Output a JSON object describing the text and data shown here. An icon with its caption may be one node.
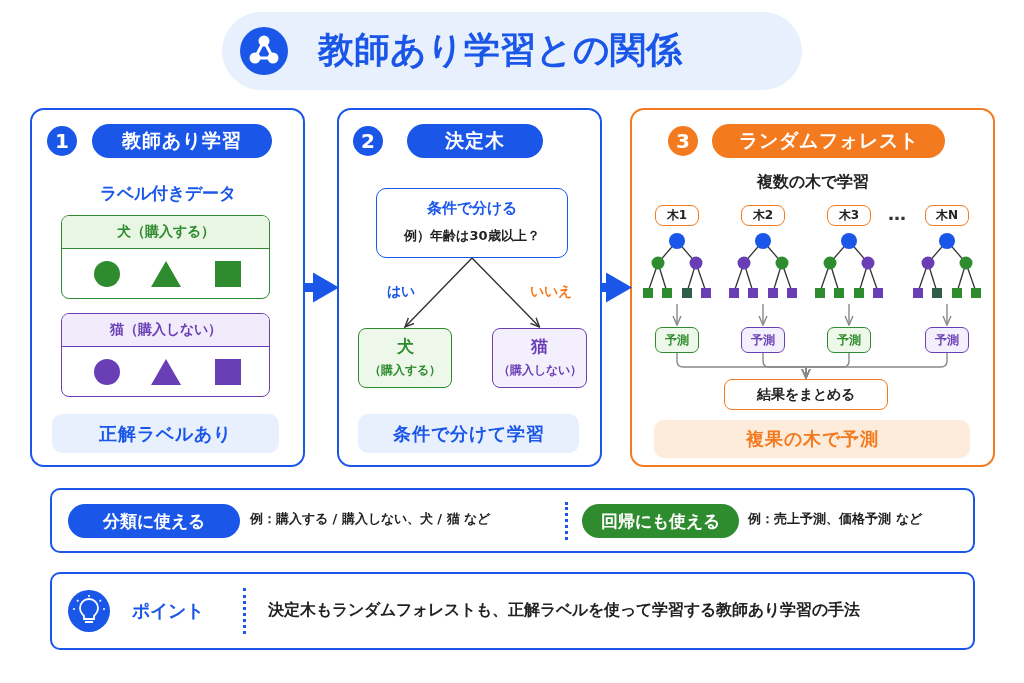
{
  "diagram": {
    "title": "教師あり学習との関係",
    "nodes": [
      {
        "text": [
          "ラベル付きデータ"
        ]
      },
      {
        "text": [
          "1"
        ],
        "in": 0
      },
      {
        "text": [
          "教師あり学習"
        ],
        "in": 0
      },
      {
        "text": [
          "犬（購入する）"
        ],
        "in": 0
      },
      {
        "text": [
          "猫（購入しない）"
        ],
        "in": 0
      },
      {
        "text": [
          "正解ラベルあり"
        ],
        "in": 0
      },
      {
        "text": [],
        "shape": "box"
      },
      {
        "text": [
          "2"
        ],
        "in": 6
      },
      {
        "text": [
          "決定木"
        ],
        "in": 6
      },
      {
        "text": [
          "条件で分ける",
          "例）年齢は30歳以上？"
        ],
        "in": 6
      },
      {
        "text": [
          "犬",
          "（購入する）"
        ],
        "in": 6
      },
      {
        "text": [
          "猫",
          "（購入しない）"
        ],
        "in": 6
      },
      {
        "text": [
          "条件で分けて学習"
        ],
        "in": 6
      },
      {
        "text": [
          "複数の木で学習"
        ]
      },
      {
        "text": [
          "3"
        ],
        "in": 13
      },
      {
        "text": [
          "ランダムフォレスト"
        ],
        "in": 13
      },
      {
        "text": [
          "木1"
        ],
        "in": 13
      },
      {
        "text": [
          "木2"
        ],
        "in": 13
      },
      {
        "text": [
          "木3"
        ],
        "in": 13
      },
      {
        "text": [
          "木N"
        ],
        "in": 13
      },
      {
        "text": [],
        "shape": "tree",
        "in": 13
      },
      {
        "text": [],
        "shape": "tree",
        "in": 13
      },
      {
        "text": [],
        "shape": "tree",
        "in": 13
      },
      {
        "text": [],
        "shape": "tree",
        "in": 13
      },
      {
        "text": [
          "予測"
        ],
        "in": 13
      },
      {
        "text": [
          "予測"
        ],
        "in": 13
      },
      {
        "text": [
          "予測"
        ],
        "in": 13
      },
      {
        "text": [
          "予測"
        ],
        "in": 13
      },
      {
        "text": [
          "結果をまとめる"
        ],
        "in": 13
      },
      {
        "text": [
          "複果の木で予測"
        ],
        "in": 13
      },
      {
        "text": [
          "例：購入する / 購入しない、犬 / 猫 など",
          "例：売上予測、価格予測 など"
        ]
      },
      {
        "text": [
          "分類に使える"
        ],
        "in": 30
      },
      {
        "text": [
          "回帰にも使える"
        ],
        "in": 30
      },
      {
        "text": [
          "ポイント",
          "決定木もランダムフォレストも、正解ラベルを使って学習する教師あり学習の手法"
        ]
      }
    ],
    "edges": [
      {
        "from": 0,
        "to": 6,
        "arrow": "to",
        "style": "thick",
        "color": "#1a56e8"
      },
      {
        "from": 6,
        "to": 13,
        "arrow": "to",
        "style": "thick",
        "color": "#1a56e8"
      },
      {
        "from": 9,
        "to": 10,
        "arrow": "to",
        "label": "はい"
      },
      {
        "from": 9,
        "to": 11,
        "arrow": "to",
        "label": "いいえ"
      },
      {
        "from": 20,
        "to": 24,
        "arrow": "to",
        "color": "#888888"
      },
      {
        "from": 21,
        "to": 25,
        "arrow": "to",
        "color": "#888888"
      },
      {
        "from": 22,
        "to": 26,
        "arrow": "to",
        "color": "#888888"
      },
      {
        "from": 23,
        "to": 27,
        "arrow": "to",
        "color": "#888888"
      },
      {
        "from": 24,
        "to": 28,
        "arrow": "to",
        "color": "#888888"
      },
      {
        "from": 25,
        "to": 28,
        "arrow": "to",
        "color": "#888888"
      },
      {
        "from": 26,
        "to": 28,
        "arrow": "to",
        "color": "#888888"
      },
      {
        "from": 27,
        "to": 28,
        "arrow": "to",
        "color": "#888888"
      }
    ],
    "labels": [
      "…"
    ]
  }
}
